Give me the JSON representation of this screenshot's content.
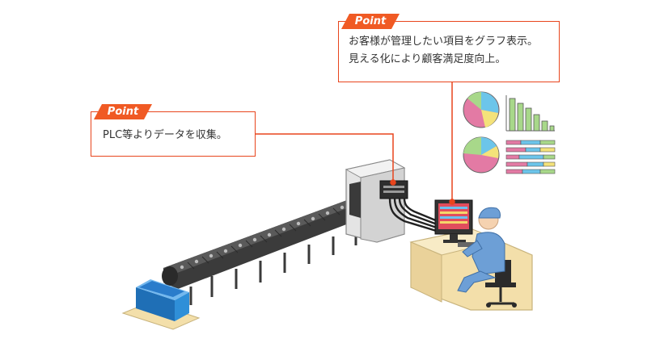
{
  "callout_top": {
    "tag": "Point",
    "lines": [
      "お客様が管理したい項目をグラフ表示。",
      "見える化により顧客満足度向上。"
    ]
  },
  "callout_left": {
    "tag": "Point",
    "text": "PLC等よりデータを収集。"
  },
  "icons": {
    "pie_chart_1": "pie-chart-icon",
    "bar_chart": "bar-chart-icon",
    "pie_chart_2": "pie-chart-icon",
    "stacked_bar_chart": "stacked-bar-chart-icon"
  },
  "colors": {
    "accent": "#f05a24",
    "line": "#e8451d",
    "box_blue": "#2f8fd8",
    "uniform": "#6d9fd6",
    "desk": "#f3dfaa"
  }
}
